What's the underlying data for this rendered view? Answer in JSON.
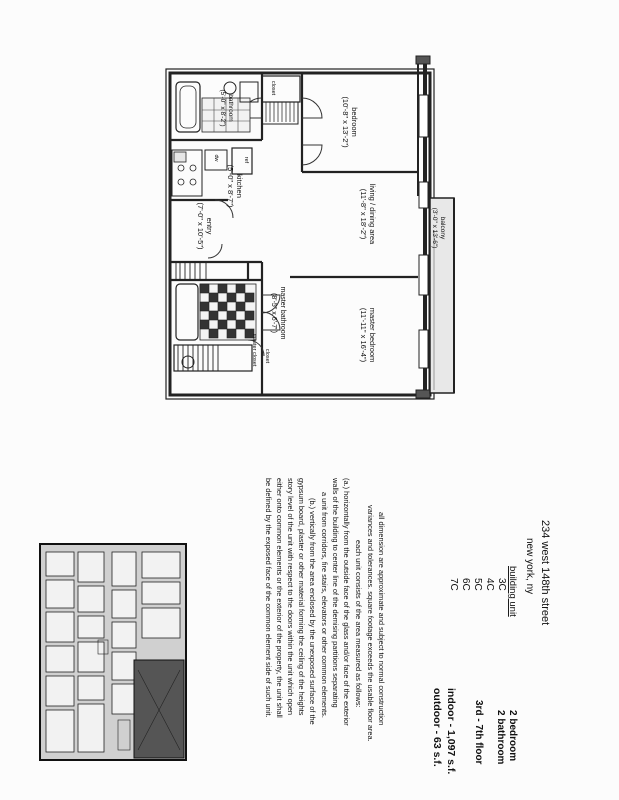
{
  "floorplan": {
    "rooms": {
      "bedroom": {
        "name": "bedroom",
        "dims": "(10'-8\" x 13'-2\")"
      },
      "bathroom": {
        "name": "bathroom",
        "dims": "(5'-0\" x 8'-2\")"
      },
      "kitchen": {
        "name": "kitchen",
        "dims": "(5'-0\" x 8'-7\")"
      },
      "entry": {
        "name": "entry",
        "dims": "(7'-0\" x 10'-5\")"
      },
      "living": {
        "name": "living / dining area",
        "dims": "(11'-8\" x 18'-2\")"
      },
      "balcony": {
        "name": "balcony",
        "dims": "(3'-0\" x 13'-6\")"
      },
      "master_bath": {
        "name": "master bathroom",
        "dims": "(8'-5\" x 6'-7\")"
      },
      "master_bed": {
        "name": "master bedroom",
        "dims": "(11'-11\" x 16'-4\")"
      },
      "closet_top": "closet",
      "closet_bottom": "closet",
      "closet_master": "master closet",
      "dw": "dw",
      "ref": "ref"
    }
  },
  "info": {
    "address_line1": "234 west 148th street",
    "address_line2": "new york, ny",
    "building_unit_label": "building unit",
    "units": [
      "3C",
      "4C",
      "5C",
      "6C",
      "7C"
    ],
    "bedroom": "2 bedroom",
    "bathroom": "2 bathroom",
    "floors": "3rd - 7th floor",
    "indoor": "indoor - 1,097 s.f.",
    "outdoor": "outdoor - 63 s.f.",
    "disclaimer": [
      "all dimension are approximate and subject to normal construction",
      "variances and tolerances.  square footage exceeds the usable floor area.",
      "each unit consists of the area measured as follows:",
      "(a.) horizontally from the outside  face of the glass and/or face of the exterior",
      "walls of the building to center line of the demising partitions separating",
      "a unit from corridors, fire stairs, elevators or other common elements.",
      "(b.) vertically from the area enclosed by the unexposed surface of the",
      "gypsum board, plaster or other material forming the ceiling of the heights",
      "story level of the unit with respect to the doors within the unit which open",
      "either onto common elements or the exterior of the property, the unit shall",
      "be defined by the exposed face of the common element side of such  unit."
    ]
  }
}
